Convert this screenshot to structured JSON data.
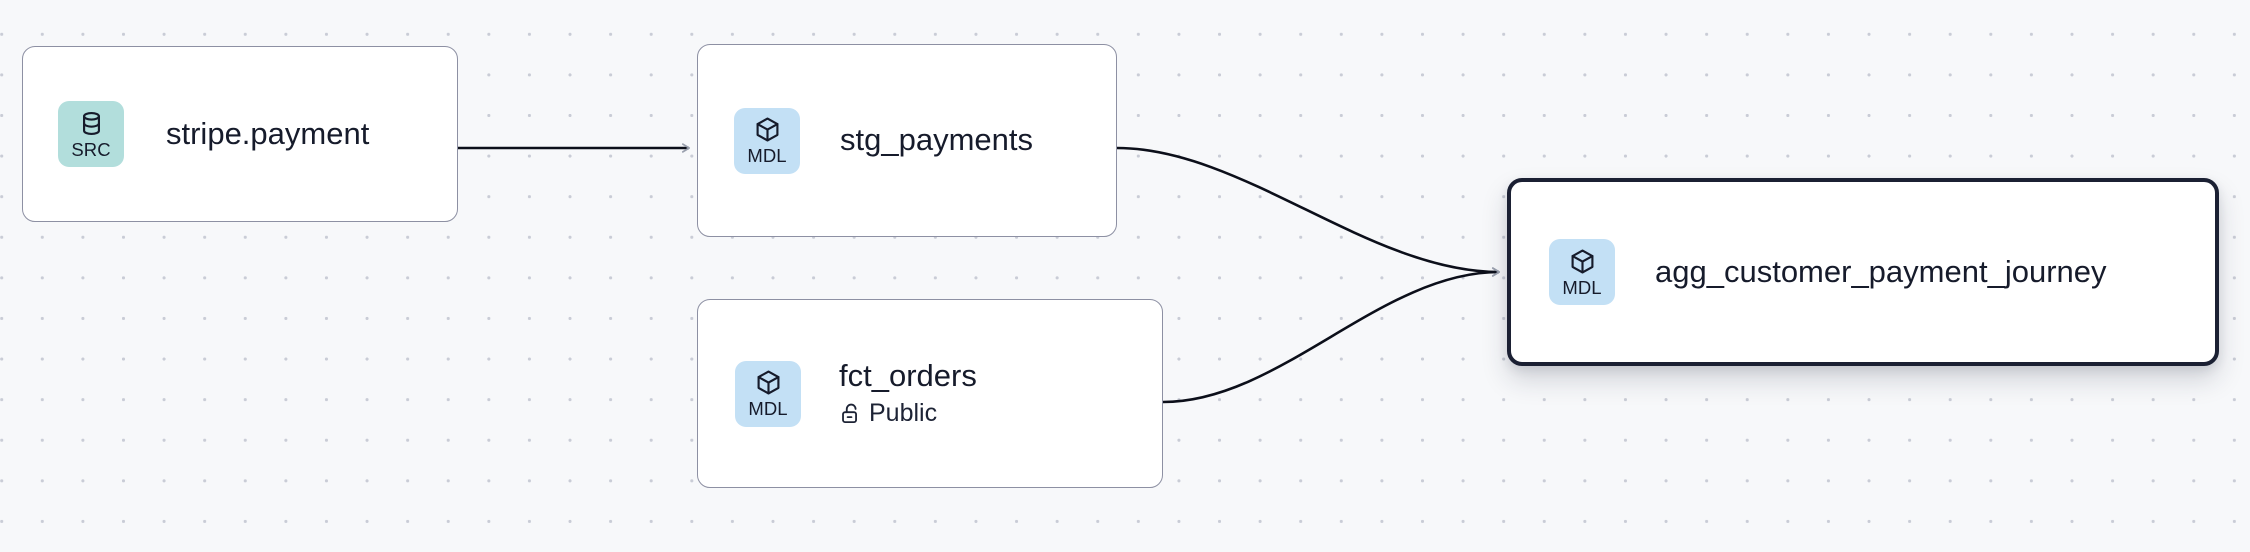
{
  "canvas": {
    "background_color": "#f7f8fa",
    "dot_color": "#c9ccd6",
    "edge_color": "#0c0f1a",
    "arrow_color": "#9aa0ae"
  },
  "legend": {
    "source_badge_color": "#b2dedc",
    "model_badge_color": "#c3e0f5",
    "selected_border_color": "#1b2033",
    "node_border_color": "#8d90a3"
  },
  "graph": {
    "nodes": [
      {
        "id": "stripe-payment",
        "title": "stripe.payment",
        "badge_label": "SRC",
        "badge_icon": "database-icon",
        "badge_type": "source",
        "selected": false
      },
      {
        "id": "stg-payments",
        "title": "stg_payments",
        "badge_label": "MDL",
        "badge_icon": "cube-icon",
        "badge_type": "model",
        "selected": false
      },
      {
        "id": "fct-orders",
        "title": "fct_orders",
        "subtitle": "Public",
        "subtitle_icon": "unlock-icon",
        "badge_label": "MDL",
        "badge_icon": "cube-icon",
        "badge_type": "model",
        "selected": false
      },
      {
        "id": "agg-customer-payment-journey",
        "title": "agg_customer_payment_journey",
        "badge_label": "MDL",
        "badge_icon": "cube-icon",
        "badge_type": "model",
        "selected": true
      }
    ],
    "edges": [
      {
        "from": "stripe-payment",
        "to": "stg-payments",
        "shape": "straight"
      },
      {
        "from": "stg-payments",
        "to": "agg-customer-payment-journey",
        "shape": "bezier"
      },
      {
        "from": "fct-orders",
        "to": "agg-customer-payment-journey",
        "shape": "bezier"
      }
    ]
  }
}
